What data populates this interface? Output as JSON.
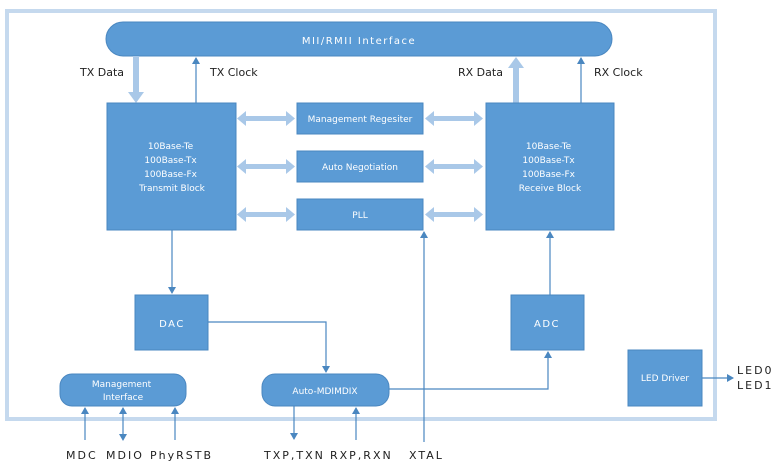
{
  "interface_bus": {
    "label": "MII/RMII Interface"
  },
  "signals": {
    "tx_data": "TX Data",
    "tx_clock": "TX Clock",
    "rx_data": "RX Data",
    "rx_clock": "RX Clock"
  },
  "transmit_block": {
    "lines": [
      "10Base-Te",
      "100Base-Tx",
      "100Base-Fx",
      "Transmit Block"
    ]
  },
  "receive_block": {
    "lines": [
      "10Base-Te",
      "100Base-Tx",
      "100Base-Fx",
      "Receive Block"
    ]
  },
  "center_blocks": {
    "management_register": "Management Regesiter",
    "auto_negotiation": "Auto Negotiation",
    "pll": "PLL"
  },
  "dac": {
    "label": "DAC"
  },
  "adc": {
    "label": "ADC"
  },
  "management_interface": {
    "lines": [
      "Management",
      "Interface"
    ]
  },
  "auto_mdi": {
    "label": "Auto-MDIMDIX"
  },
  "led_driver": {
    "label": "LED Driver"
  },
  "pins": {
    "mdc": "MDC",
    "mdio": "MDIO",
    "phyrstb": "PhyRSTB",
    "txp_txn": "TXP,TXN",
    "rxp_rxn": "RXP,RXN",
    "xtal": "XTAL",
    "led0": "LED0",
    "led1": "LED1"
  },
  "colors": {
    "block_fill": "#5b9bd5",
    "block_stroke": "#4a87c0",
    "frame": "#c5d9ee",
    "wide_arrow": "#a9c8e8",
    "line": "#5b9bd5"
  }
}
